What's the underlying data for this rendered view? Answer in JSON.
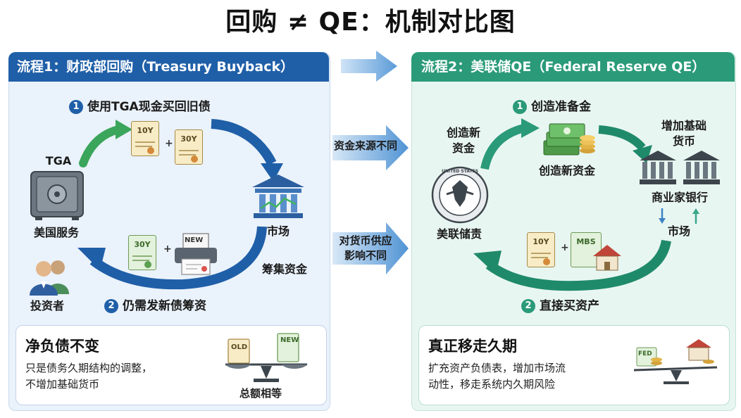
{
  "title": "回购 ≠ QE：机制对比图",
  "left": {
    "header": "流程1：财政部回购（Treasury Buyback）",
    "step1_num": "1",
    "step1": "使用TGA现金买回旧债",
    "step2_num": "2",
    "step2": "仍需发新债筹资",
    "tga_label": "TGA",
    "treasury_label": "美国服务",
    "market_label": "市场",
    "investor_label": "投资者",
    "raise_label": "筹集资金",
    "bond_top_a": "10Y",
    "bond_top_b": "30Y",
    "bond_bottom": "30Y",
    "new_tag": "NEW",
    "box_title": "净负债不变",
    "box_line1": "只是债务久期结构的调整，",
    "box_line2": "不增加基础货币",
    "scale_old": "OLD",
    "scale_new": "NEW",
    "scale_caption": "总额相等"
  },
  "middle": {
    "label1": "资金来源不同",
    "label2_line1": "对货币供应",
    "label2_line2": "影响不同"
  },
  "right": {
    "header": "流程2：美联储QE（Federal Reserve QE）",
    "step1_num": "1",
    "step1": "创造准备金",
    "step2_num": "2",
    "step2": "直接买资产",
    "create_funds_line1": "创造新",
    "create_funds_line2": "资金",
    "cash_label": "创造新资金",
    "base_money_line1": "增加基础",
    "base_money_line2": "货币",
    "banks_label": "商业家银行",
    "market_label": "市场",
    "fed_label": "美联储责",
    "bond_tag": "10Y",
    "mbs_tag": "MBS",
    "seal_text": "UNITED STATES",
    "box_title": "真正移走久期",
    "box_line1": "扩充资产负债表，增加市场流",
    "box_line2": "动性，移走系统内久期风险",
    "scale_fed": "FED"
  },
  "colors": {
    "blue_header": "#1f5fa8",
    "green_header": "#2a9a78",
    "left_panel": "#eaf2fb",
    "right_panel": "#e8f6f1"
  }
}
